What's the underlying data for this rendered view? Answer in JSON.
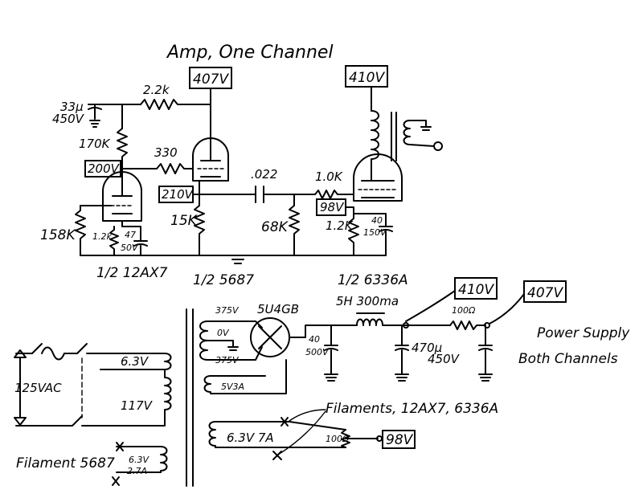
{
  "title": "Amp, One Channel",
  "power_title_1": "Power Supply",
  "power_title_2": "Both Channels",
  "voltages": {
    "v407_top": "407V",
    "v410_top": "410V",
    "v200": "200V",
    "v210": "210V",
    "v98_amp": "98V",
    "v410_ps": "410V",
    "v407_ps": "407V",
    "v98_fil": "98V"
  },
  "components": {
    "c33": "33µ",
    "c33v": "450V",
    "r22k": "2.2k",
    "r170k": "170K",
    "r330": "330",
    "r158k": "158K",
    "r12k_a": "1.2k",
    "c47": "47",
    "c47v": "50V",
    "r15k": "15K",
    "c022": ".022",
    "r68k": "68K",
    "r10k": "1.0K",
    "r12k_b": "1.2K",
    "c40": "40",
    "c40v": "150V",
    "tube1": "1/2 12AX7",
    "tube2": "1/2 5687",
    "tube3": "1/2 6336A"
  },
  "supply": {
    "t375": "375V",
    "t0v": "0V",
    "t375b": "375V",
    "t5v": "5V3A",
    "rect": "5U4GB",
    "choke": "5H 300ma",
    "c40ps": "40",
    "c40psv": "500V",
    "c470": "470µ",
    "c470v": "450V",
    "r100": "100Ω",
    "vac": "125VAC",
    "t63": "6.3V",
    "t117": "117V",
    "fil_label": "Filaments, 12AX7, 6336A",
    "fil_63v7a": "6.3V 7A",
    "r100fil": "100Ω",
    "fil5687": "Filament 5687",
    "fil5687v": "6.3V",
    "fil5687a": "2.7A"
  }
}
